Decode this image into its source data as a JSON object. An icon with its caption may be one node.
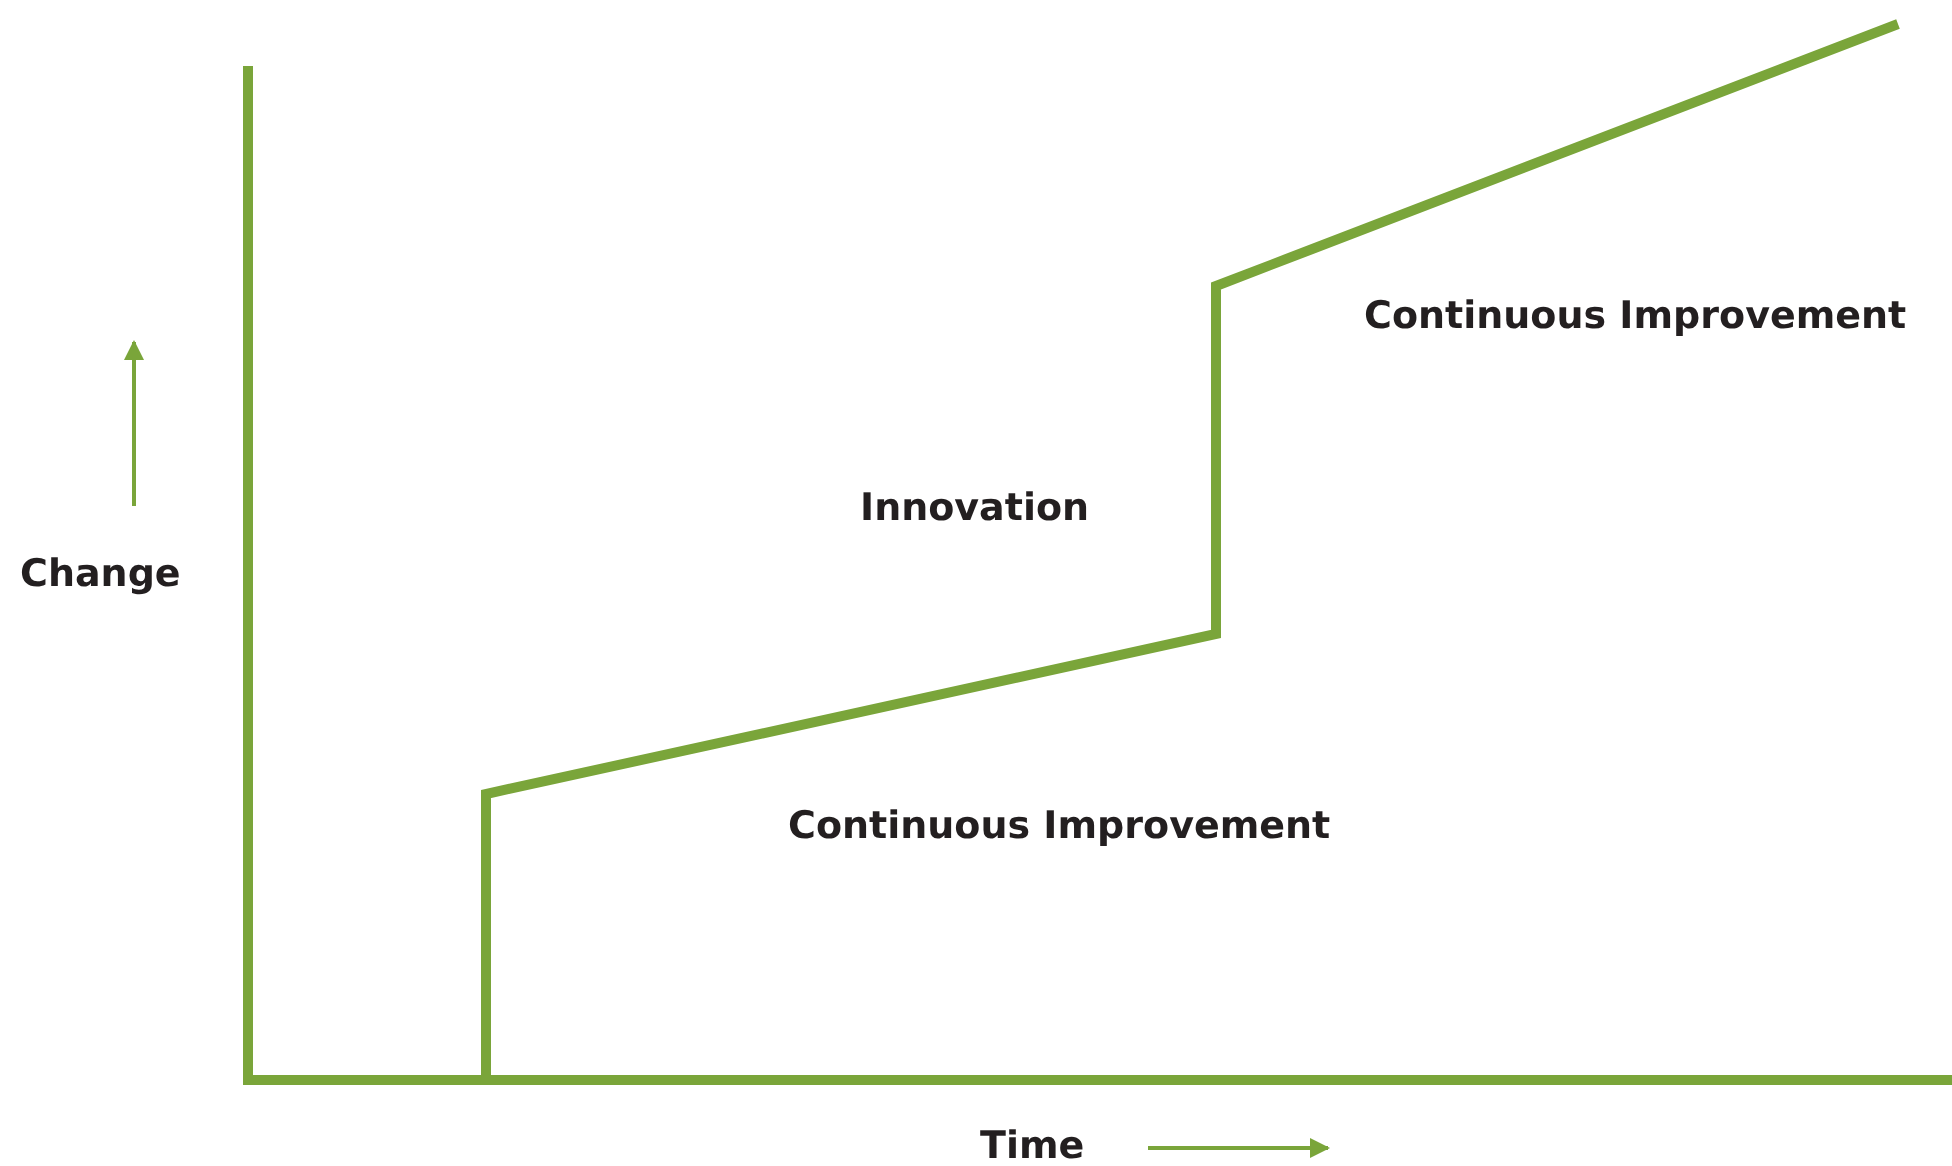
{
  "diagram": {
    "labels": [
      "Continuous Improvement",
      "Innovation",
      "Change",
      "Continuous Improvement",
      "Time"
    ]
  }
}
